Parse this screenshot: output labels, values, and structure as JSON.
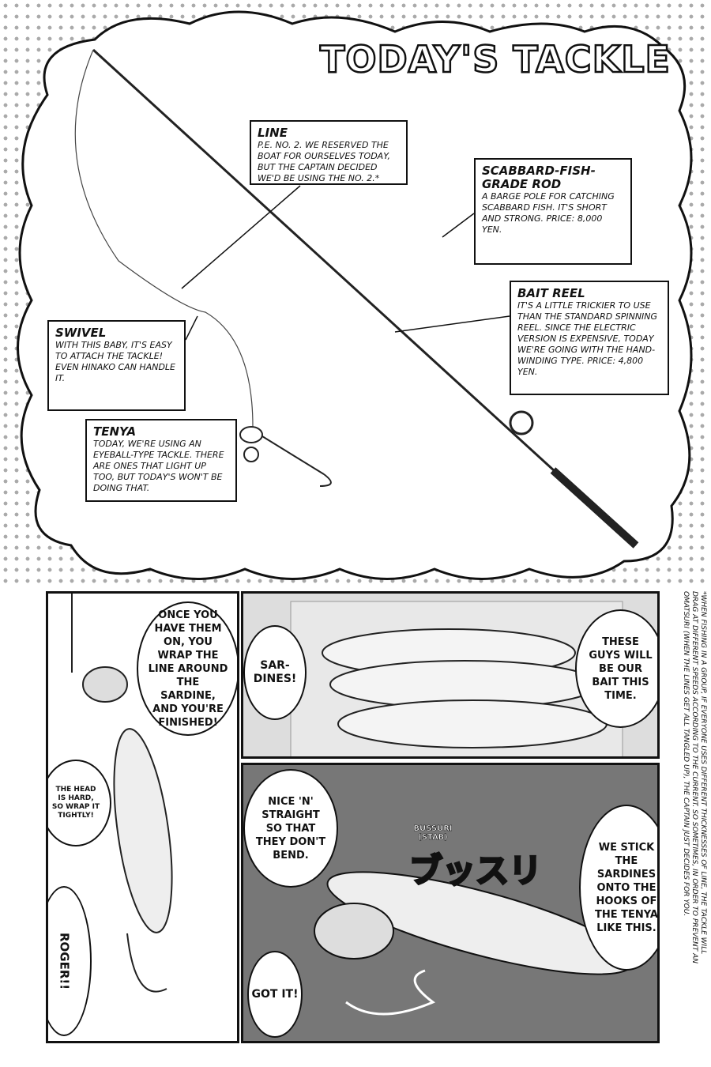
{
  "title": "TODAY'S TACKLE",
  "labels": [
    {
      "heading": "LINE",
      "text": "P.E. No. 2. We reserved the boat for ourselves today, but the captain decided we'd be using the No. 2.*"
    },
    {
      "heading": "SCABBARD-FISH-GRADE ROD",
      "text": "A barge pole for catching scabbard fish. It's short and strong. Price: 8,000 yen."
    },
    {
      "heading": "BAIT REEL",
      "text": "It's a little trickier to use than the standard spinning reel. Since the electric version is expensive, today we're going with the hand-winding type. Price: 4,800 yen."
    },
    {
      "heading": "SWIVEL",
      "text": "With this baby, it's easy to attach the tackle! Even Hinako can handle it."
    },
    {
      "heading": "TENYA",
      "text": "Today, we're using an eyeball-type tackle. There are ones that light up too, but today's won't be doing that."
    }
  ],
  "footnote": "*When fishing in a group, if everyone uses different thicknesses of line, the tackle will drag at different speeds according to the current. So sometimes, in order to prevent an omatsuri (when the lines get all tangled up), the captain just decides for you.",
  "bubbles": {
    "wrap": "Once you have them on, you wrap the line around the sardine, and you're finished!",
    "head": "The head is hard, so wrap it tightly!",
    "roger": "ROGER!!",
    "sardines": "Sar-dines!",
    "bait": "These guys will be our bait this time.",
    "straight": "Nice 'n' straight so that they don't bend.",
    "stick": "We stick the sardines onto the hooks of the tenya like this.",
    "got": "Got it!"
  },
  "sfx": {
    "bussuri": "BUSSURI (STAB)",
    "katakana": "ブッスリ"
  }
}
